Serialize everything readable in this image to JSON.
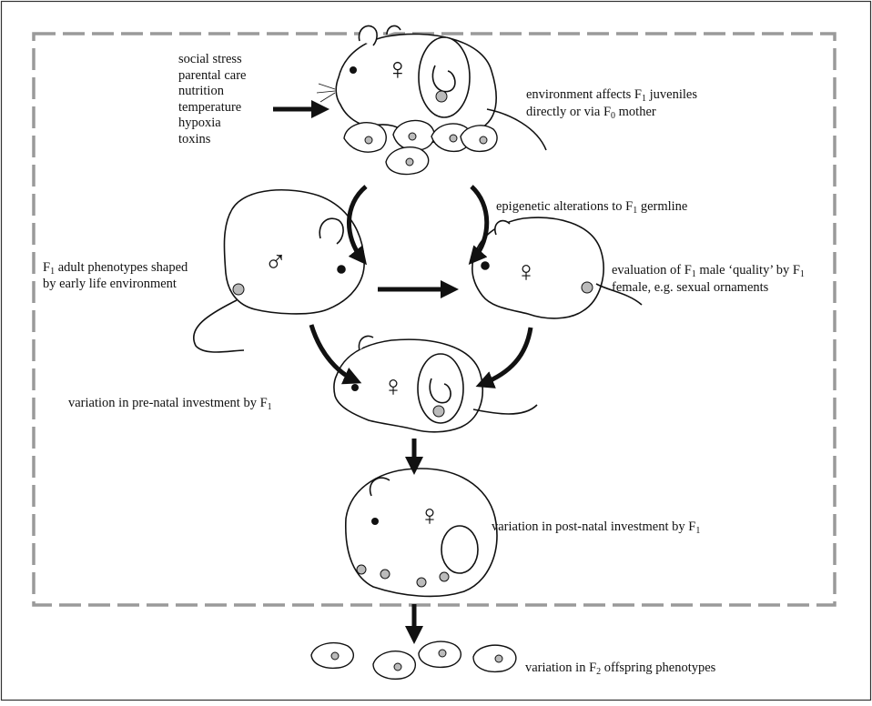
{
  "environment_factors": [
    "social stress",
    "parental care",
    "nutrition",
    "temperature",
    "hypoxia",
    "toxins"
  ],
  "labels": {
    "env_affects_pre": "environment affects F",
    "env_affects_sub": "1",
    "env_affects_post": " juveniles",
    "direct_pre": "directly or via F",
    "direct_sub": "0",
    "direct_post": " mother",
    "epigenetic_pre": "epigenetic alterations to F",
    "epigenetic_sub": "1",
    "epigenetic_post": " germline",
    "adult_f": "F",
    "adult_sub": "1",
    "adult_post": " adult phenotypes shaped",
    "adult_line2": "by early life environment",
    "eval_pre": "evaluation of F",
    "eval_sub1": "1",
    "eval_mid": " male ‘quality’ by F",
    "eval_sub2": "1",
    "eval_line2": "female, e.g. sexual ornaments",
    "prenatal_pre": "variation in pre-natal investment by F",
    "prenatal_sub": "1",
    "postnatal_pre": "variation in post-natal investment by F",
    "postnatal_sub": "1",
    "offspring_pre": "variation in F",
    "offspring_sub": "2",
    "offspring_post": " offspring phenotypes"
  },
  "symbols": {
    "female": "♀",
    "male": "♂"
  }
}
